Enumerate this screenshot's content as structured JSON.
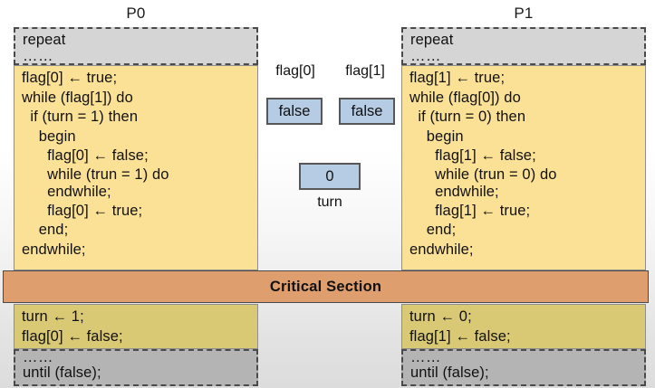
{
  "processes": [
    {
      "id": "p0",
      "title": "P0",
      "repeat": {
        "keyword": "repeat",
        "dots": "……"
      },
      "entry_code": [
        "flag[0] ← true;",
        "while (flag[1]) do",
        "  if (turn = 1) then",
        "    begin",
        "      flag[0] ← false;",
        "      while (trun = 1) do",
        "      endwhile;",
        "      flag[0] ← true;",
        "    end;",
        "endwhile;"
      ],
      "exit_code": [
        "turn ← 1;",
        "flag[0] ← false;"
      ],
      "until": {
        "dots": "……",
        "keyword": "until (false);"
      }
    },
    {
      "id": "p1",
      "title": "P1",
      "repeat": {
        "keyword": "repeat",
        "dots": "……"
      },
      "entry_code": [
        "flag[1] ← true;",
        "while (flag[0]) do",
        "  if (turn = 0) then",
        "    begin",
        "      flag[1] ← false;",
        "      while (trun = 0) do",
        "      endwhile;",
        "      flag[1] ← true;",
        "    end;",
        "endwhile;"
      ],
      "exit_code": [
        "turn ← 0;",
        "flag[1] ← false;"
      ],
      "until": {
        "dots": "……",
        "keyword": "until (false);"
      }
    }
  ],
  "critical_section": {
    "label": "Critical Section"
  },
  "shared_state": {
    "flag0": {
      "label": "flag[0]",
      "value": "false"
    },
    "flag1": {
      "label": "flag[1]",
      "value": "false"
    },
    "turn": {
      "label": "turn",
      "value": "0"
    }
  },
  "colors": {
    "code_upper": "#fbe196",
    "code_lower": "#d9c874",
    "repeat_block": "#d5d5d5",
    "until_block": "#b4b4b4",
    "critical_section": "#de9e6e",
    "state_box": "#b6cbe4",
    "border": "#4a4a4a"
  }
}
